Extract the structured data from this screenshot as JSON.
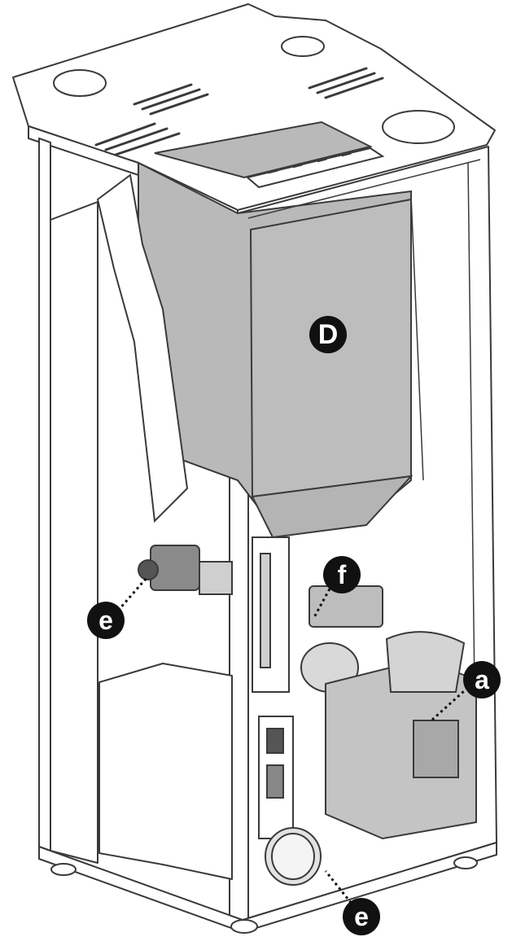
{
  "callouts": {
    "D": "D",
    "f": "f",
    "e_left": "e",
    "a": "a",
    "e_bottom": "e"
  },
  "colors": {
    "outline": "#3a3a3a",
    "panel_fill": "#ffffff",
    "hopper_fill": "#b9b9b9",
    "callout_fill": "#111111",
    "callout_text": "#ffffff"
  }
}
